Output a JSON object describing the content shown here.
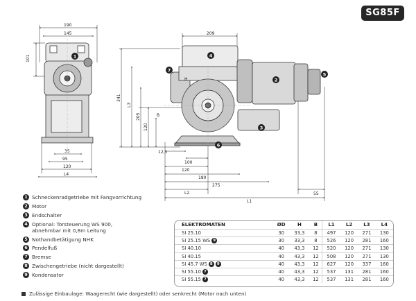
{
  "badge": "SG85F",
  "dimensions": {
    "d190": "190",
    "d145": "145",
    "d101": "101",
    "d35": "35",
    "d95": "95",
    "d120": "120",
    "dL4": "L4",
    "d209": "209",
    "d341": "341",
    "dL3": "L3",
    "d205": "205",
    "d120v": "120",
    "dB": "B",
    "dH": "H",
    "d125": "12,5",
    "d100": "100",
    "d120h": "120",
    "d180": "180",
    "d275": "275",
    "d55": "55",
    "dL2": "L2",
    "dL1": "L1"
  },
  "callouts": [
    "1",
    "2",
    "3",
    "4",
    "5",
    "6",
    "7",
    "8",
    "9"
  ],
  "legend": [
    {
      "n": "1",
      "text": "Schneckenradgetriebe mit Fangvorrichtung"
    },
    {
      "n": "2",
      "text": "Motor"
    },
    {
      "n": "3",
      "text": "Endschalter"
    },
    {
      "n": "4",
      "text": "Optional: Torsteuerung WS 900,\nabnehmbar mit 0,8m Leitung"
    },
    {
      "n": "5",
      "text": "Nothandbetätigung NHK"
    },
    {
      "n": "6",
      "text": "Pendelfuß"
    },
    {
      "n": "7",
      "text": "Bremse"
    },
    {
      "n": "8",
      "text": "Zwischengetriebe (nicht dargestellt)"
    },
    {
      "n": "9",
      "text": "Kondensator"
    }
  ],
  "table": {
    "headers": [
      "ELEKTROMATEN",
      "ØD",
      "H",
      "B",
      "L1",
      "L2",
      "L3",
      "L4"
    ],
    "rows": [
      {
        "name": "SI 25.10",
        "marks": [],
        "vals": [
          "30",
          "33,3",
          "8",
          "497",
          "120",
          "271",
          "130"
        ]
      },
      {
        "name": "SI 25.15 WS",
        "marks": [
          "9"
        ],
        "vals": [
          "30",
          "33,3",
          "8",
          "526",
          "120",
          "281",
          "160"
        ]
      },
      {
        "name": "SI 40.10",
        "marks": [],
        "vals": [
          "40",
          "43,3",
          "12",
          "520",
          "120",
          "271",
          "130"
        ]
      },
      {
        "name": "SI 40.15",
        "marks": [],
        "vals": [
          "40",
          "43,3",
          "12",
          "508",
          "120",
          "271",
          "130"
        ]
      },
      {
        "name": "SI 45.7 WS",
        "marks": [
          "8",
          "9"
        ],
        "vals": [
          "40",
          "43,3",
          "12",
          "627",
          "120",
          "337",
          "160"
        ]
      },
      {
        "name": "SI 55.10",
        "marks": [
          "7"
        ],
        "vals": [
          "40",
          "43,3",
          "12",
          "537",
          "131",
          "281",
          "160"
        ]
      },
      {
        "name": "SI 55.15",
        "marks": [
          "7"
        ],
        "vals": [
          "40",
          "43,3",
          "12",
          "537",
          "131",
          "281",
          "160"
        ]
      }
    ]
  },
  "footer": "Zulässige Einbaulage: Waagerecht (wie dargestellt) oder senkrecht (Motor nach unten)"
}
